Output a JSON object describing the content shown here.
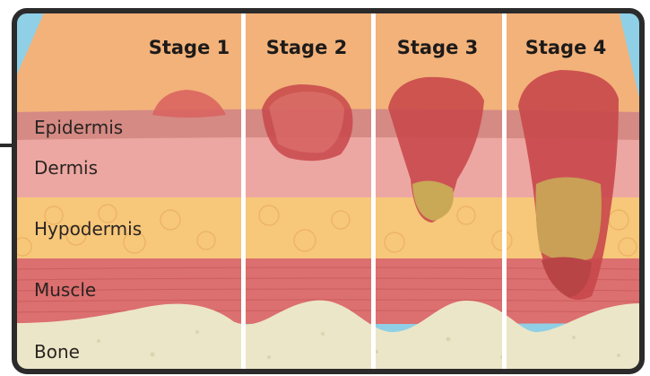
{
  "stages": [
    {
      "label": "Stage 1"
    },
    {
      "label": "Stage 2"
    },
    {
      "label": "Stage 3"
    },
    {
      "label": "Stage 4"
    }
  ],
  "layers": [
    {
      "label": "Epidermis"
    },
    {
      "label": "Dermis"
    },
    {
      "label": "Hypodermis"
    },
    {
      "label": "Muscle"
    },
    {
      "label": "Bone"
    }
  ],
  "colors": {
    "frame": "#2b2b2b",
    "sky": "#8fd0e6",
    "skin_surface": "#f2b27a",
    "epidermis": "#d58a84",
    "dermis": "#eda7a2",
    "hypodermis": "#f7c77a",
    "muscle": "#dc6f6f",
    "bone": "#ece6c8",
    "wound": "#c8474a",
    "slough": "#c9a856",
    "divider": "#ffffff"
  }
}
